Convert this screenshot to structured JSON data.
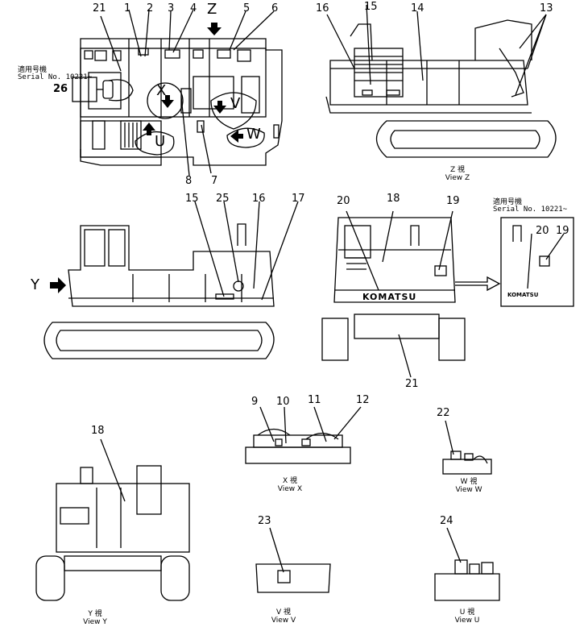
{
  "serial_jp": "適用号機",
  "serial_no": "Serial No. 10221~",
  "callouts": {
    "c1": "1",
    "c2": "2",
    "c3": "3",
    "c4": "4",
    "c5": "5",
    "c6": "6",
    "c7": "7",
    "c8": "8",
    "c9": "9",
    "c10": "10",
    "c11": "11",
    "c12": "12",
    "c13": "13",
    "c14": "14",
    "c15": "15",
    "c16": "16",
    "c17": "17",
    "c18": "18",
    "c19": "19",
    "c20": "20",
    "c21": "21",
    "c22": "22",
    "c23": "23",
    "c24": "24",
    "c25": "25",
    "c26": "26"
  },
  "view_markers": {
    "x": "X",
    "v": "V",
    "w": "W",
    "u": "U",
    "y": "Y",
    "z": "Z"
  },
  "brand": "KOMATSU",
  "views": {
    "z": {
      "jp": "Z 視",
      "en": "View Z"
    },
    "x": {
      "jp": "X 視",
      "en": "View X"
    },
    "w": {
      "jp": "W 視",
      "en": "View W"
    },
    "y": {
      "jp": "Y 視",
      "en": "View Y"
    },
    "v": {
      "jp": "V 視",
      "en": "View V"
    },
    "u": {
      "jp": "U 視",
      "en": "View U"
    }
  }
}
